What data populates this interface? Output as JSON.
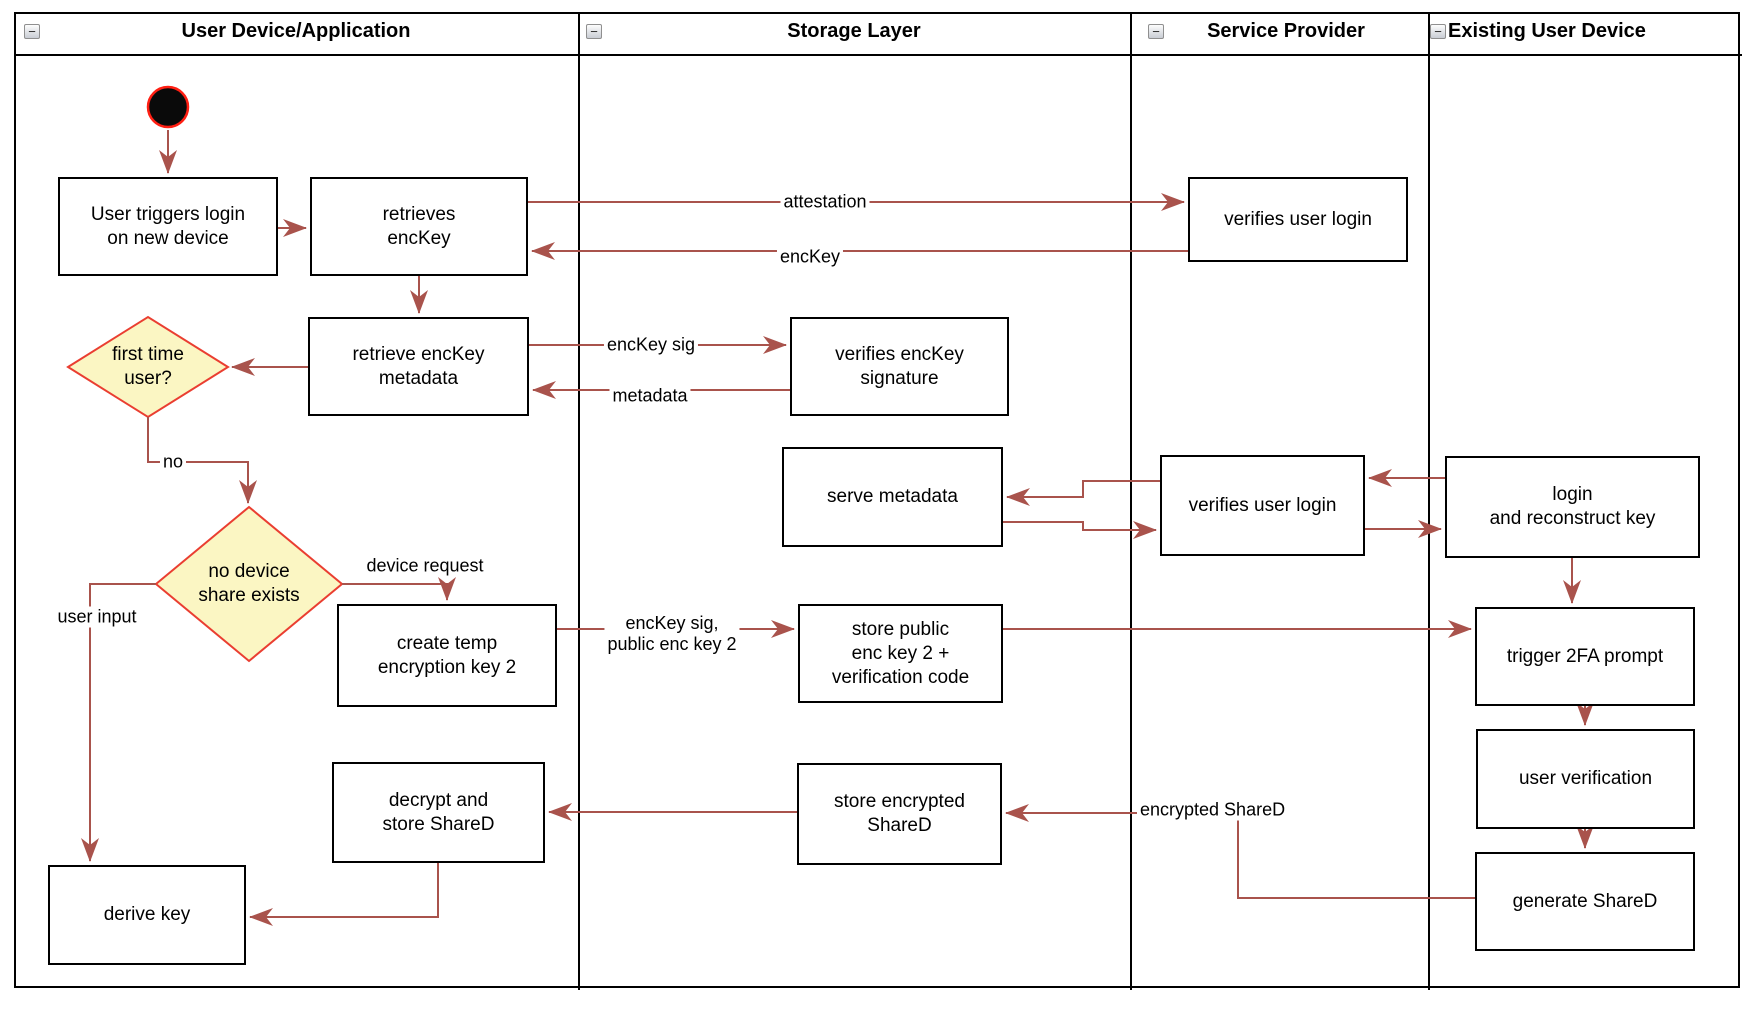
{
  "lanes": [
    {
      "title": "User Device/Application"
    },
    {
      "title": "Storage Layer"
    },
    {
      "title": "Service Provider"
    },
    {
      "title": "Existing User Device"
    }
  ],
  "icons": {
    "collapse": "−"
  },
  "nodes": {
    "user_triggers": {
      "lines": [
        "User triggers login",
        "on new device"
      ]
    },
    "retrieves_enckey": {
      "lines": [
        "retrieves",
        "encKey"
      ]
    },
    "sp_verifies_login_1": {
      "lines": [
        "verifies user login"
      ]
    },
    "retrieve_metadata": {
      "lines": [
        "retrieve encKey",
        "metadata"
      ]
    },
    "verifies_signature": {
      "lines": [
        "verifies encKey",
        "signature"
      ]
    },
    "serve_metadata": {
      "lines": [
        "serve metadata"
      ]
    },
    "sp_verifies_login_2": {
      "lines": [
        "verifies user login"
      ]
    },
    "login_reconstruct": {
      "lines": [
        "login",
        "and reconstruct key"
      ]
    },
    "create_temp_key": {
      "lines": [
        "create temp",
        "encryption key 2"
      ]
    },
    "store_public_key": {
      "lines": [
        "store public",
        "enc key 2 +",
        "verification code"
      ]
    },
    "trigger_2fa": {
      "lines": [
        "trigger 2FA prompt"
      ]
    },
    "user_verification": {
      "lines": [
        "user verification"
      ]
    },
    "generate_shared": {
      "lines": [
        "generate ShareD"
      ]
    },
    "store_encrypted_shared": {
      "lines": [
        "store encrypted",
        "ShareD"
      ]
    },
    "decrypt_store_shared": {
      "lines": [
        "decrypt and",
        "store ShareD"
      ]
    },
    "derive_key": {
      "lines": [
        "derive key"
      ]
    }
  },
  "decisions": {
    "first_time_user": {
      "lines": [
        "first time",
        "user?"
      ]
    },
    "no_device_share": {
      "lines": [
        "no device",
        "share exists"
      ]
    }
  },
  "edge_labels": {
    "attestation": "attestation",
    "enckey": "encKey",
    "enckey_sig": "encKey sig",
    "metadata": "metadata",
    "no": "no",
    "device_request": "device request",
    "enckey_sig2_line1": "encKey sig,",
    "enckey_sig2_line2": "public enc key 2",
    "encrypted_shared": "encrypted ShareD",
    "user_input": "user input"
  },
  "colors": {
    "connector": "#A9534C",
    "node_border": "#000000",
    "lane_border": "#000000",
    "decision_fill": "#FBF6C3",
    "decision_border": "#EA3E31",
    "start_fill": "#0A0A0A",
    "start_ring": "#FF1F13",
    "background": "#FFFFFF"
  }
}
